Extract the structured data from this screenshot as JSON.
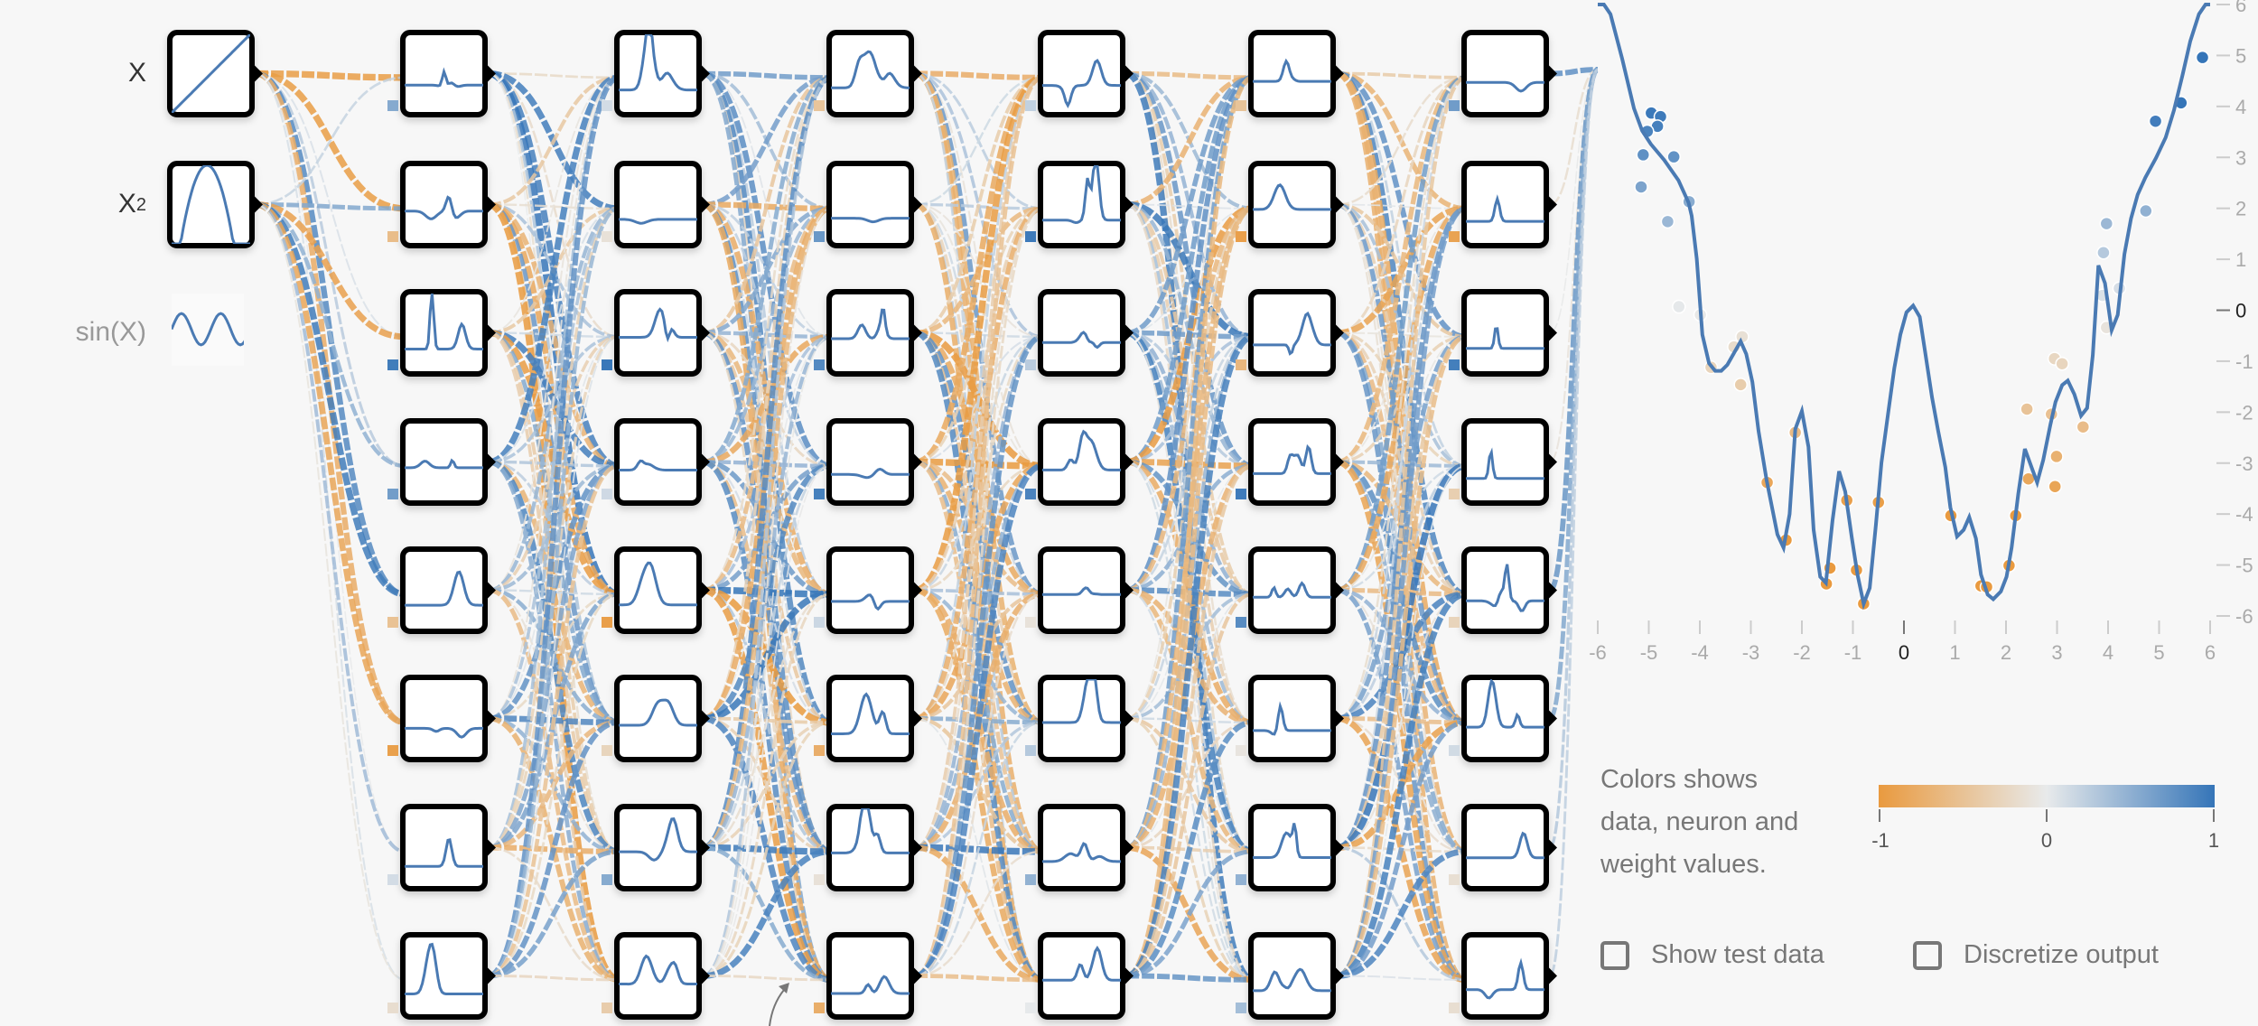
{
  "inputs": [
    {
      "label": "X",
      "sub": "",
      "enabled": true,
      "glyph": "linear"
    },
    {
      "label": "X",
      "sub": "2",
      "enabled": true,
      "glyph": "parabola"
    },
    {
      "label": "sin(X)",
      "sub": "",
      "enabled": false,
      "glyph": "sine"
    }
  ],
  "network": {
    "hidden_layers": 6,
    "neurons_per_layer": 8
  },
  "legend": {
    "text": "Colors shows data, neuron and weight values.",
    "lines": [
      "Colors shows",
      "data, neuron and",
      "weight values."
    ],
    "scale_labels": [
      "-1",
      "0",
      "1"
    ],
    "colors": {
      "negative": "#e99a3f",
      "zero": "#e8eaeb",
      "positive": "#3575b8"
    }
  },
  "options": {
    "show_test_data": {
      "label": "Show test data",
      "checked": false
    },
    "discretize_output": {
      "label": "Discretize output",
      "checked": false
    }
  },
  "chart_data": {
    "type": "scatter",
    "xlim": [
      -6,
      6
    ],
    "ylim": [
      -6,
      6
    ],
    "x_ticks": [
      "-6",
      "-5",
      "-4",
      "-3",
      "-2",
      "-1",
      "0",
      "1",
      "2",
      "3",
      "4",
      "5",
      "6"
    ],
    "y_ticks": [
      "6",
      "5",
      "4",
      "3",
      "2",
      "1",
      "0",
      "-1",
      "-2",
      "-3",
      "-4",
      "-5",
      "-6"
    ],
    "points": [
      [
        -4.95,
        3.87
      ],
      [
        -4.77,
        3.8
      ],
      [
        -4.83,
        3.61
      ],
      [
        -5.03,
        3.51
      ],
      [
        -5.11,
        3.05
      ],
      [
        -4.51,
        3.01
      ],
      [
        -5.15,
        2.42
      ],
      [
        -4.21,
        2.13
      ],
      [
        -4.63,
        1.74
      ],
      [
        -4.41,
        0.07
      ],
      [
        -3.99,
        -0.09
      ],
      [
        -3.17,
        -0.52
      ],
      [
        -3.33,
        -0.72
      ],
      [
        -3.78,
        -1.12
      ],
      [
        -3.2,
        -1.46
      ],
      [
        -2.13,
        -2.4
      ],
      [
        -2.68,
        -3.38
      ],
      [
        -2.31,
        -4.51
      ],
      [
        -1.52,
        -5.37
      ],
      [
        -1.45,
        -5.06
      ],
      [
        -1.12,
        -3.73
      ],
      [
        -0.93,
        -5.1
      ],
      [
        -0.79,
        -5.76
      ],
      [
        -0.5,
        -3.77
      ],
      [
        0.92,
        -4.03
      ],
      [
        1.51,
        -5.41
      ],
      [
        1.62,
        -5.43
      ],
      [
        2.06,
        -5.01
      ],
      [
        2.19,
        -4.03
      ],
      [
        2.41,
        -1.94
      ],
      [
        2.44,
        -3.31
      ],
      [
        2.89,
        -2.04
      ],
      [
        2.95,
        -0.95
      ],
      [
        3.1,
        -1.05
      ],
      [
        2.99,
        -2.87
      ],
      [
        2.96,
        -3.46
      ],
      [
        3.51,
        -2.29
      ],
      [
        3.97,
        -0.34
      ],
      [
        3.89,
        0.29
      ],
      [
        4.22,
        0.43
      ],
      [
        3.91,
        1.13
      ],
      [
        3.97,
        1.7
      ],
      [
        4.74,
        1.95
      ],
      [
        4.93,
        3.71
      ],
      [
        5.43,
        4.07
      ],
      [
        5.85,
        4.96
      ]
    ],
    "prediction": [
      [
        -6,
        6
      ],
      [
        -5.88,
        6
      ],
      [
        -5.75,
        5.81
      ],
      [
        -5.52,
        4.93
      ],
      [
        -5.29,
        3.96
      ],
      [
        -5.13,
        3.52
      ],
      [
        -4.96,
        3.26
      ],
      [
        -4.7,
        2.95
      ],
      [
        -4.42,
        2.55
      ],
      [
        -4.22,
        2.11
      ],
      [
        -4.16,
        1.85
      ],
      [
        -4.06,
        1.01
      ],
      [
        -3.95,
        -0.48
      ],
      [
        -3.82,
        -1.04
      ],
      [
        -3.7,
        -1.19
      ],
      [
        -3.58,
        -1.19
      ],
      [
        -3.46,
        -1.07
      ],
      [
        -3.2,
        -0.61
      ],
      [
        -3.09,
        -0.86
      ],
      [
        -2.97,
        -1.41
      ],
      [
        -2.85,
        -2.37
      ],
      [
        -2.69,
        -3.34
      ],
      [
        -2.48,
        -4.4
      ],
      [
        -2.36,
        -4.66
      ],
      [
        -2.24,
        -4.0
      ],
      [
        -2.13,
        -2.33
      ],
      [
        -2.0,
        -1.98
      ],
      [
        -1.87,
        -2.68
      ],
      [
        -1.77,
        -4.31
      ],
      [
        -1.64,
        -5.23
      ],
      [
        -1.53,
        -5.35
      ],
      [
        -1.4,
        -4.13
      ],
      [
        -1.27,
        -3.16
      ],
      [
        -1.15,
        -3.56
      ],
      [
        -1.02,
        -4.48
      ],
      [
        -0.91,
        -5.19
      ],
      [
        -0.79,
        -5.76
      ],
      [
        -0.67,
        -5.45
      ],
      [
        -0.55,
        -4.22
      ],
      [
        -0.44,
        -2.99
      ],
      [
        -0.31,
        -2.02
      ],
      [
        -0.19,
        -1.14
      ],
      [
        -0.07,
        -0.48
      ],
      [
        0.05,
        -0.04
      ],
      [
        0.18,
        0.09
      ],
      [
        0.31,
        -0.13
      ],
      [
        0.41,
        -0.79
      ],
      [
        0.55,
        -1.71
      ],
      [
        0.67,
        -2.37
      ],
      [
        0.81,
        -3.08
      ],
      [
        0.91,
        -3.87
      ],
      [
        1.04,
        -4.44
      ],
      [
        1.17,
        -4.31
      ],
      [
        1.28,
        -4.06
      ],
      [
        1.41,
        -4.48
      ],
      [
        1.51,
        -5.19
      ],
      [
        1.64,
        -5.58
      ],
      [
        1.75,
        -5.67
      ],
      [
        1.9,
        -5.52
      ],
      [
        2.01,
        -5.23
      ],
      [
        2.11,
        -4.66
      ],
      [
        2.24,
        -3.6
      ],
      [
        2.37,
        -2.72
      ],
      [
        2.53,
        -3.16
      ],
      [
        2.61,
        -3.38
      ],
      [
        2.73,
        -2.94
      ],
      [
        2.87,
        -2.24
      ],
      [
        2.97,
        -1.8
      ],
      [
        3.1,
        -1.47
      ],
      [
        3.21,
        -1.38
      ],
      [
        3.34,
        -1.65
      ],
      [
        3.47,
        -2.07
      ],
      [
        3.59,
        -1.92
      ],
      [
        3.7,
        -0.88
      ],
      [
        3.81,
        0.88
      ],
      [
        3.94,
        0.53
      ],
      [
        4.07,
        -0.39
      ],
      [
        4.19,
        -0.09
      ],
      [
        4.32,
        1.1
      ],
      [
        4.45,
        1.8
      ],
      [
        4.58,
        2.27
      ],
      [
        4.73,
        2.6
      ],
      [
        4.94,
        2.99
      ],
      [
        5.13,
        3.39
      ],
      [
        5.29,
        3.92
      ],
      [
        5.46,
        4.62
      ],
      [
        5.61,
        5.28
      ],
      [
        5.78,
        5.81
      ],
      [
        5.91,
        6.0
      ],
      [
        6,
        6
      ]
    ],
    "title": "",
    "xlabel": "",
    "ylabel": "",
    "grid": false
  }
}
